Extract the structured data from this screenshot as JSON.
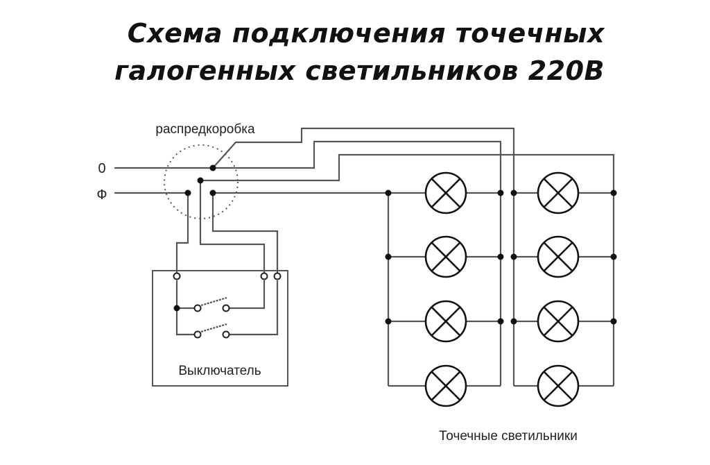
{
  "title": {
    "line1": "Схема подключения точечных",
    "line2": "галогенных светильников 220В"
  },
  "labels": {
    "junction_box": "распредкоробка",
    "neutral": "0",
    "phase": "Ф",
    "switch": "Выключатель",
    "lamps": "Точечные светильники"
  },
  "diagram": {
    "lamp_groups": [
      {
        "name": "group-1",
        "lamp_count": 4,
        "switch_key": 1
      },
      {
        "name": "group-2",
        "lamp_count": 4,
        "switch_key": 2
      }
    ],
    "switch_type": "two-key",
    "wire_color": "#555555",
    "symbol_color": "#111111"
  }
}
